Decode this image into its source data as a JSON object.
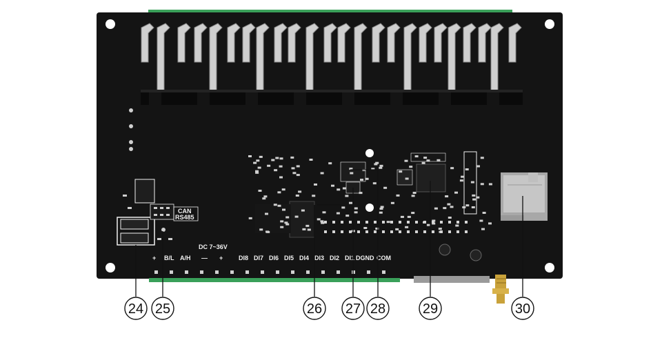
{
  "board": {
    "pcb_color": "#141414",
    "terminal_color": "#3aa05a",
    "silkscreen_color": "#f2f2f2",
    "solder_color": "#c9c9c9",
    "labels": {
      "can": "CAN",
      "rs485": "RS485",
      "plus": "+",
      "bl": "B/L",
      "ah": "A/H",
      "dc": "DC 7~36V",
      "minus": "—",
      "plus2": "+",
      "di8": "DI8",
      "di7": "DI7",
      "di6": "DI6",
      "di5": "DI5",
      "di4": "DI4",
      "di3": "DI3",
      "di2": "DI2",
      "di1": "DI1",
      "dgnd": "DGND",
      "com": "COM"
    }
  },
  "callouts": [
    {
      "id": "24",
      "label": "24"
    },
    {
      "id": "25",
      "label": "25"
    },
    {
      "id": "26",
      "label": "26"
    },
    {
      "id": "27",
      "label": "27"
    },
    {
      "id": "28",
      "label": "28"
    },
    {
      "id": "29",
      "label": "29"
    },
    {
      "id": "30",
      "label": "30"
    }
  ]
}
